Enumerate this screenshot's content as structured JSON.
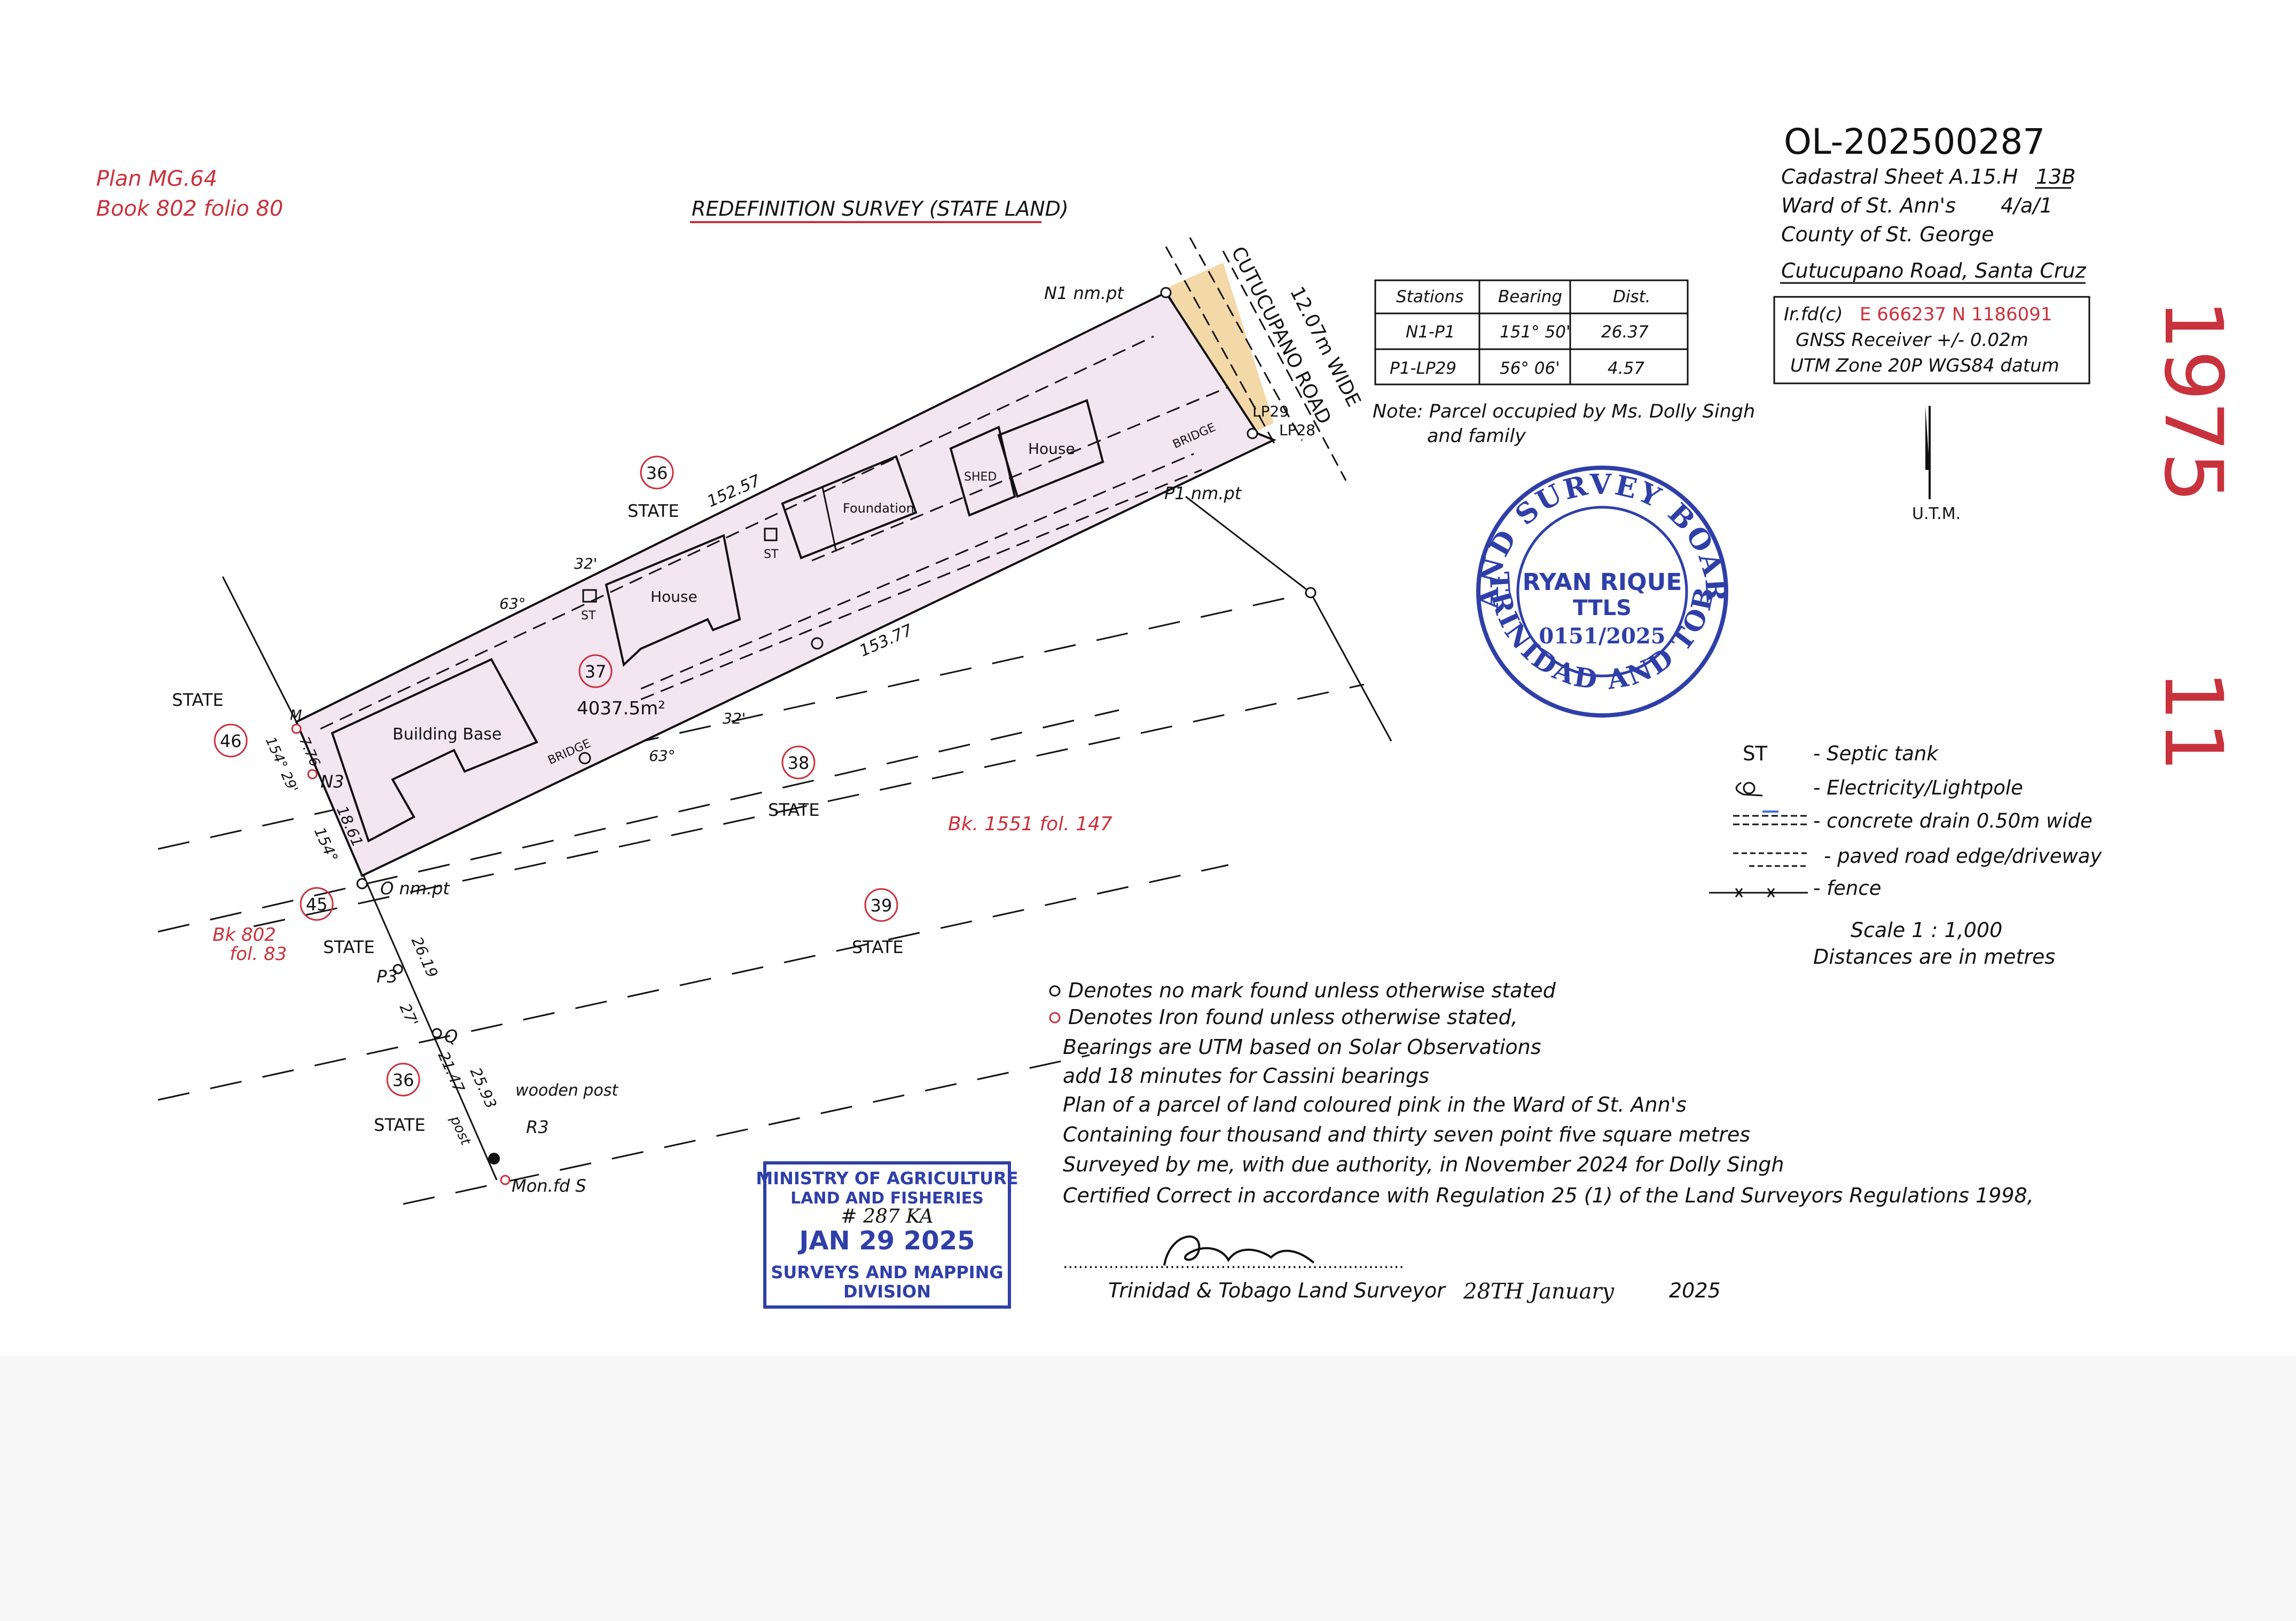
{
  "header": {
    "plan": "Plan MG.64",
    "book": "Book 802 folio 80",
    "title": "REDEFINITION SURVEY (STATE LAND)",
    "reference": "OL-202500287",
    "cadastral_sheet": "Cadastral Sheet A.15.H",
    "cadastral_sub": "13B",
    "ward": "Ward of St. Ann's",
    "ward_code": "4/a/1",
    "county": "County of St. George",
    "location": "Cutucupano Road, Santa Cruz"
  },
  "coords_box": {
    "line1_prefix": "Ir.fd(c)",
    "line1_coords": "E 666237 N 1186091",
    "line2": "GNSS Receiver +/- 0.02m",
    "line3": "UTM Zone 20P WGS84 datum"
  },
  "north_label": "U.T.M.",
  "bearing_table": {
    "headers": [
      "Stations",
      "Bearing",
      "Dist."
    ],
    "rows": [
      [
        "N1-P1",
        "151° 50'",
        "26.37"
      ],
      [
        "P1-LP29",
        "56° 06'",
        "4.57"
      ]
    ]
  },
  "note": {
    "line1": "Note: Parcel occupied by Ms. Dolly Singh",
    "line2": "and family"
  },
  "stamp_board": {
    "top": "LAND SURVEY BOARD",
    "bottom": "OF TRINIDAD AND TOBAGO",
    "name": "RYAN RIQUE",
    "title": "TTLS",
    "number": "0151/2025"
  },
  "stamp_ministry": {
    "line1": "MINISTRY OF AGRICULTURE",
    "line2": "LAND AND FISHERIES",
    "handwritten": "# 287 KA",
    "date": "JAN 29 2025",
    "line4": "SURVEYS AND MAPPING",
    "line5": "DIVISION"
  },
  "margin_numbers": {
    "top": "1975",
    "bottom": "11"
  },
  "legend": [
    {
      "symbol": "ST",
      "label": "- Septic tank"
    },
    {
      "symbol": "lightpole",
      "label": "- Electricity/Lightpole"
    },
    {
      "symbol": "drain",
      "label": "- concrete drain 0.50m wide"
    },
    {
      "symbol": "paved",
      "label": "- paved road edge/driveway"
    },
    {
      "symbol": "fence",
      "label": "- fence"
    }
  ],
  "scale": {
    "line1": "Scale 1 : 1,000",
    "line2": "Distances are in metres"
  },
  "notes": [
    "Denotes no mark found unless otherwise stated",
    "Denotes Iron found unless otherwise stated,",
    "Bearings are UTM based on Solar Observations",
    "add 18 minutes for Cassini bearings",
    "Plan of a parcel of land coloured pink in the Ward of St. Ann's",
    "Containing four thousand and thirty seven point five square metres",
    "Surveyed by me, with due authority, in November 2024 for Dolly Singh",
    "Certified Correct in accordance with Regulation 25 (1) of the Land Surveyors Regulations 1998,"
  ],
  "certification": {
    "dots": "...................................................................",
    "surveyor": "Trinidad & Tobago Land Surveyor",
    "date_hand": "28TH January",
    "year": "2025"
  },
  "map": {
    "road_name": "CUTUCUPANO ROAD",
    "road_width": "12.07m WIDE",
    "area": "4037.5m²",
    "book_ref": "Bk. 1551 fol. 147",
    "bk802_line1": "Bk 802",
    "bk802_line2": "fol. 83",
    "stations": {
      "N1": "N1 nm.pt",
      "P1": "P1 nm.pt",
      "LP29": "LP29",
      "LP28": "LP28",
      "M": "M",
      "N3": "N3",
      "O": "O nm.pt",
      "P3": "P3",
      "Q": "Q",
      "R3": "R3",
      "S": "Mon.fd S",
      "wooden_post": "wooden post",
      "post": "post"
    },
    "distances": {
      "north_side": "152.57",
      "south_side": "153.77",
      "d776": "7.76",
      "d1861": "18.61",
      "d2619": "26.19",
      "d2147": "21.47",
      "d2593": "25.93",
      "b154_29": "154° 29'",
      "b154": "154°",
      "b27": "27'",
      "b63a": "63°",
      "b32a": "32'",
      "b63b": "63°",
      "b32b": "32'"
    },
    "lots": [
      {
        "num": "36",
        "label": "STATE"
      },
      {
        "num": "37",
        "label": ""
      },
      {
        "num": "38",
        "label": "STATE"
      },
      {
        "num": "39",
        "label": "STATE"
      },
      {
        "num": "45",
        "label": "STATE"
      },
      {
        "num": "46",
        "label": "STATE"
      },
      {
        "num": "36",
        "label": "STATE"
      }
    ],
    "buildings": {
      "building_base": "Building Base",
      "house1": "House",
      "house2": "House",
      "foundation": "Foundation",
      "shed": "SHED",
      "st1": "ST",
      "st2": "ST",
      "bridge1": "BRIDGE",
      "bridge2": "BRIDGE"
    }
  },
  "colors": {
    "parcel_fill": "#f4e6f1",
    "road_fill": "#f3d9a8",
    "red_text": "#c8323c",
    "stamp_blue": "#2f3fa8"
  }
}
